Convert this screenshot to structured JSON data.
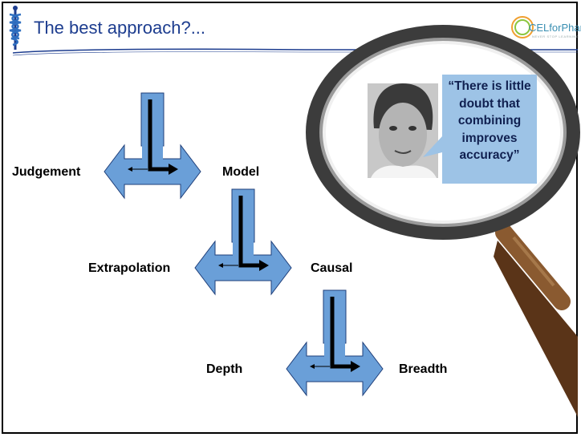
{
  "slide": {
    "title": "The best approach?...",
    "brand": "CELforPharma",
    "brand_tagline": "NEVER STOP LEARNING",
    "quote": "“There is little doubt that combining improves accuracy”",
    "pairs": [
      {
        "left": "Judgement",
        "right": "Model"
      },
      {
        "left": "Extrapolation",
        "right": "Causal"
      },
      {
        "left": "Depth",
        "right": "Breadth"
      }
    ]
  },
  "colors": {
    "title": "#1d3d8f",
    "arrow_fill": "#6a9fd8",
    "arrow_stroke": "#1f3f7a",
    "quote_bg": "#9dc3e6",
    "magnifier_handle": "#5a3418"
  }
}
